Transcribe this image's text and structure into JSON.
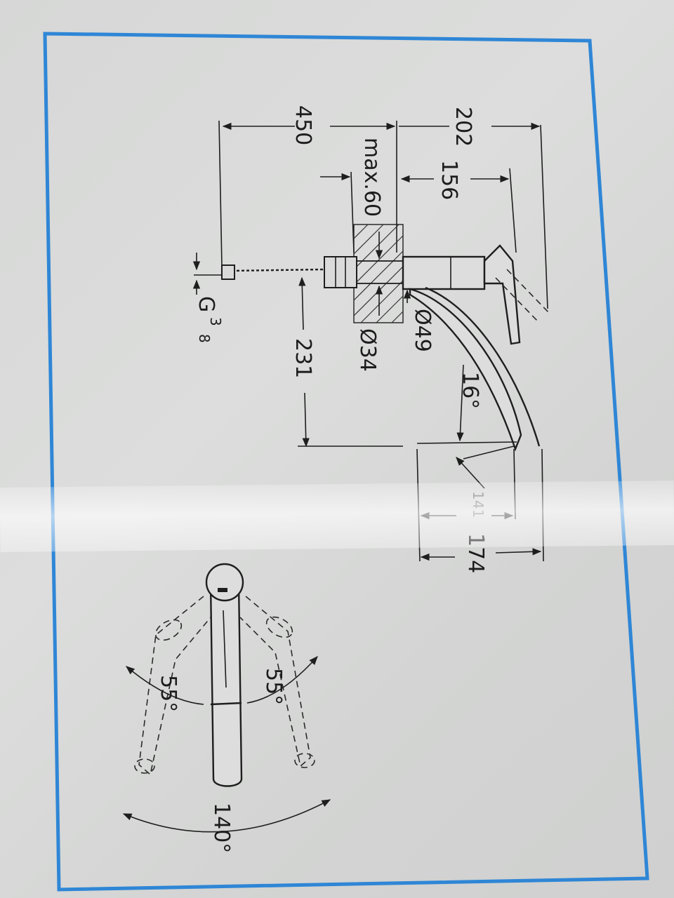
{
  "side_view": {
    "dim_total_height": "202",
    "dim_spout_height": "156",
    "dim_hose_length": "450",
    "dim_max_deck": "max.60",
    "dim_body_dia": "Ø49",
    "dim_shank_dia": "Ø34",
    "dim_connection": "G",
    "dim_connection_sup": "3",
    "dim_connection_sub": "8",
    "dim_shank_to_outlet": "231",
    "dim_spout_angle": "16°",
    "dim_outlet_height_1": "141",
    "dim_outlet_height_2": "174"
  },
  "top_view": {
    "angle_left": "55°",
    "angle_right": "55°",
    "angle_total": "140°"
  },
  "colors": {
    "frame": "#2f86d6",
    "line": "#1e1e1e",
    "paper": "#dcdddc"
  }
}
